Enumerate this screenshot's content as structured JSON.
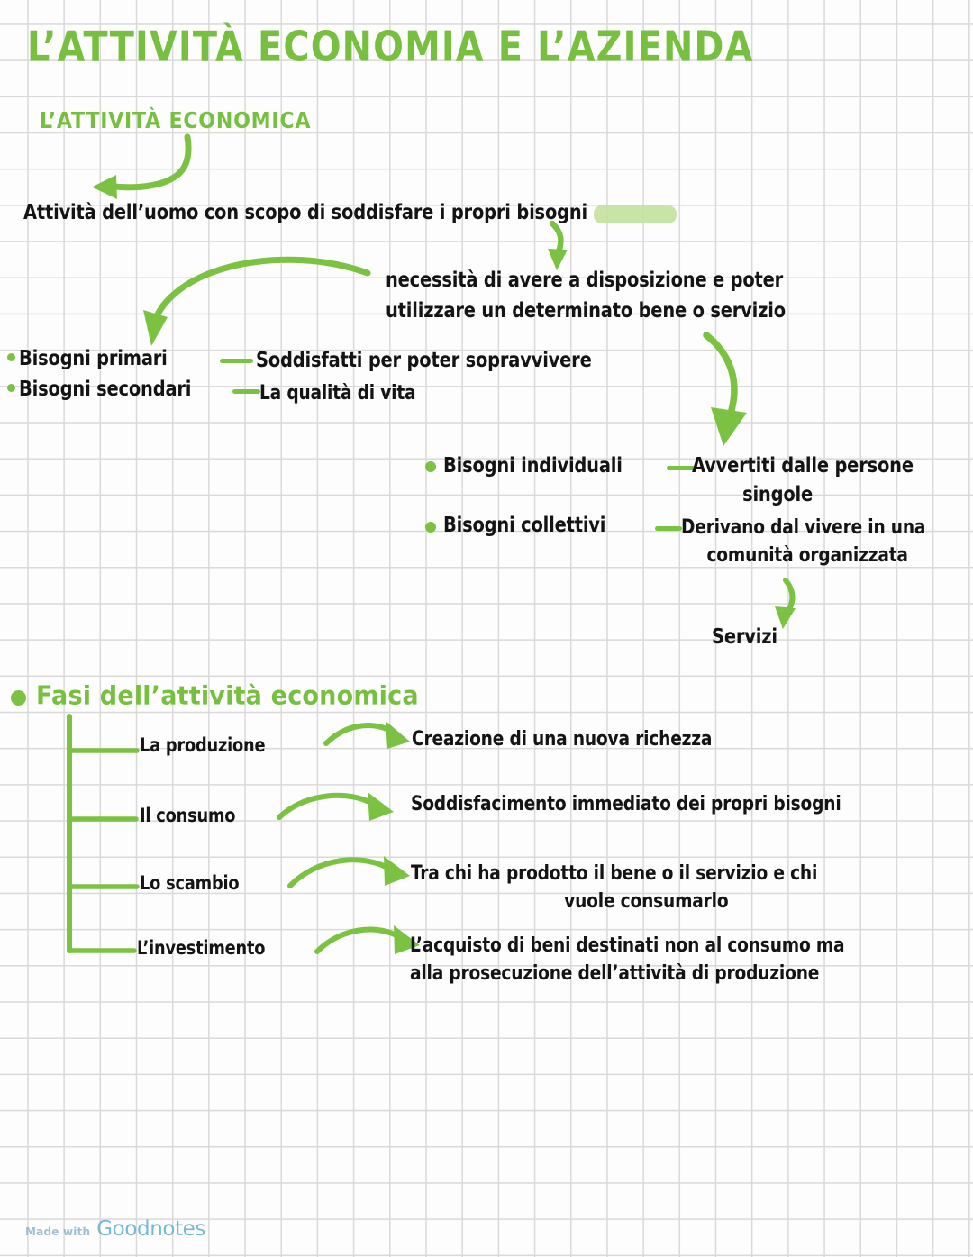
{
  "document": {
    "title": "L’ATTIVITÀ ECONOMIA E L’AZIENDA",
    "subtitle": "L’ATTIVITÀ ECONOMICA",
    "colors": {
      "ink_green": "#7cc242",
      "heading_green": "#76bf3f",
      "ink_black": "#141414",
      "highlight_green": "#c3e2a0",
      "grid_line": "#d9d9d9",
      "paper": "#fdfdfd",
      "watermark_blue": "#63aecd"
    }
  },
  "definition": {
    "main": "Attività dell’uomo con scopo di soddisfare i propri bisogni",
    "highlighted_word": "bisogni",
    "bisogni_definition_line1": "necessità di avere a disposizione e poter",
    "bisogni_definition_line2": "utilizzare un determinato bene o servizio"
  },
  "needs_types": [
    {
      "label": "Bisogni primari",
      "description": "Soddisfatti per poter sopravvivere"
    },
    {
      "label": "Bisogni secondari",
      "description": "La qualità di vita"
    }
  ],
  "needs_scope": [
    {
      "label": "Bisogni individuali",
      "description_line1": "Avvertiti dalle persone",
      "description_line2": "singole"
    },
    {
      "label": "Bisogni collettivi",
      "description_line1": "Derivano dal vivere in una",
      "description_line2": "comunità organizzata"
    }
  ],
  "servizi_label": "Servizi",
  "fasi": {
    "heading": "Fasi dell’attività economica",
    "items": [
      {
        "label": "La produzione",
        "description_line1": "Creazione di una nuova richezza",
        "description_line2": ""
      },
      {
        "label": "Il consumo",
        "description_line1": "Soddisfacimento immediato dei propri bisogni",
        "description_line2": ""
      },
      {
        "label": "Lo scambio",
        "description_line1": "Tra chi ha prodotto il bene o il servizio e chi",
        "description_line2": "vuole consumarlo"
      },
      {
        "label": "L’investimento",
        "description_line1": "L’acquisto di beni destinati non al consumo ma",
        "description_line2": "alla prosecuzione dell’attività di produzione"
      }
    ]
  },
  "watermark": {
    "made_with": "Made with",
    "brand": "Goodnotes"
  }
}
